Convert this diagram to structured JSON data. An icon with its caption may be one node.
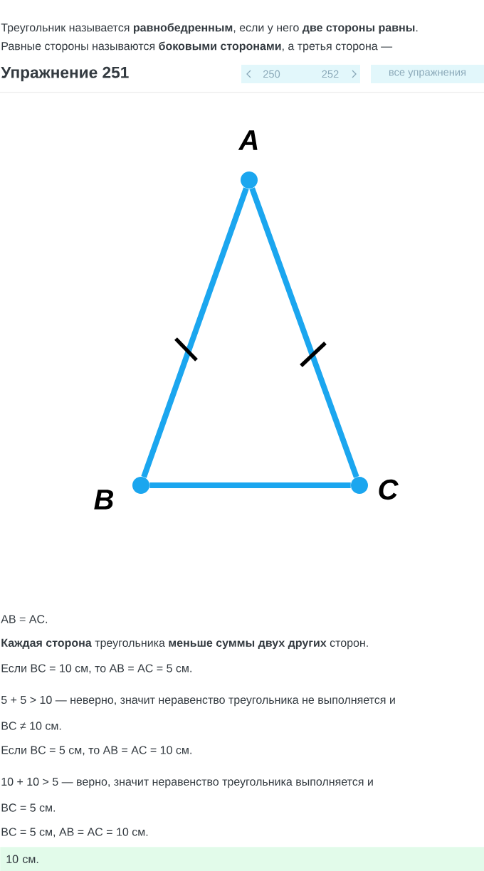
{
  "diagram": {
    "nodes": [
      {
        "text": [
          "250"
        ]
      },
      {
        "text": [
          "252"
        ]
      },
      {
        "text": [
          "все упражнения"
        ]
      },
      {
        "text": [],
        "shape": "circle",
        "beside": [
          "A"
        ]
      },
      {
        "text": [],
        "shape": "circle",
        "beside": [
          "B"
        ]
      },
      {
        "text": [],
        "shape": "circle",
        "beside": [
          "C"
        ]
      },
      {
        "text": [
          "10 см."
        ]
      }
    ],
    "edges": [
      {
        "from": 3,
        "to": 4,
        "arrow": "none"
      },
      {
        "from": 3,
        "to": 5,
        "arrow": "none"
      },
      {
        "from": 4,
        "to": 5,
        "arrow": "none"
      }
    ],
    "labels": [
      "Треугольник называется **равнобедренным**, если у него **две стороны равны**.",
      "Равные стороны называются **боковыми сторонами**, а третья сторона —",
      "Упражнение 251",
      "AB = AC.",
      "**Каждая сторона** треугольника **меньше суммы двух других** сторон.",
      "Если BC = 10 см, то AB = AC = 5 см.",
      "5 + 5 > 10 — неверно, значит неравенство треугольника не выполняется и",
      "BC ≠ 10 см.",
      "Если BC = 5 см, то AB = AC = 10 см.",
      "10 + 10 > 5 — верно, значит неравенство треугольника выполняется и",
      "BC = 5 см.",
      "BC = 5 см, AB = AC = 10 см."
    ]
  }
}
